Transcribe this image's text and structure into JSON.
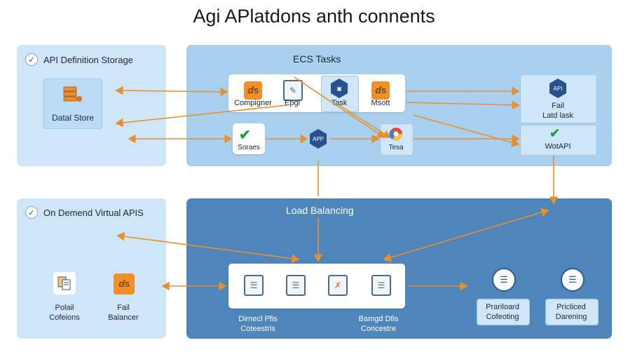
{
  "title": "Agi APlatdons anth connents",
  "left_top": {
    "heading": "API Definition Storage",
    "store_label": "Datal Store"
  },
  "left_bottom": {
    "heading": "On Demend Virtual APIS",
    "item1": [
      "Polail",
      "Cofeions"
    ],
    "item2": [
      "Fail",
      "Balancer"
    ]
  },
  "ecs": {
    "heading": "ECS Tasks",
    "compigner": "Compigner",
    "epgi": "Epgi",
    "task": "Task",
    "msott": "Msott",
    "soraes": "Soraes",
    "app_icon": "APP",
    "tesa": "Tesa",
    "fail": [
      "Fail",
      "Latd lask"
    ],
    "wotapi": "WotAPI",
    "api_icon": "API"
  },
  "lb": {
    "heading": "Load Balancing",
    "left_caption": [
      "Dirnecl Pfis",
      "Coteestris"
    ],
    "right_caption": [
      "Bamgd Dfis",
      "Concestre"
    ],
    "pricard": [
      "Prariloard",
      "Cofeoting"
    ],
    "pricced": [
      "Pricliced",
      "Darening"
    ]
  },
  "colors": {
    "arrow": "#e8902e",
    "panel_light": "#cfe6f9",
    "panel_ecs": "#a9d0ef",
    "panel_lb": "#4e86bc"
  }
}
